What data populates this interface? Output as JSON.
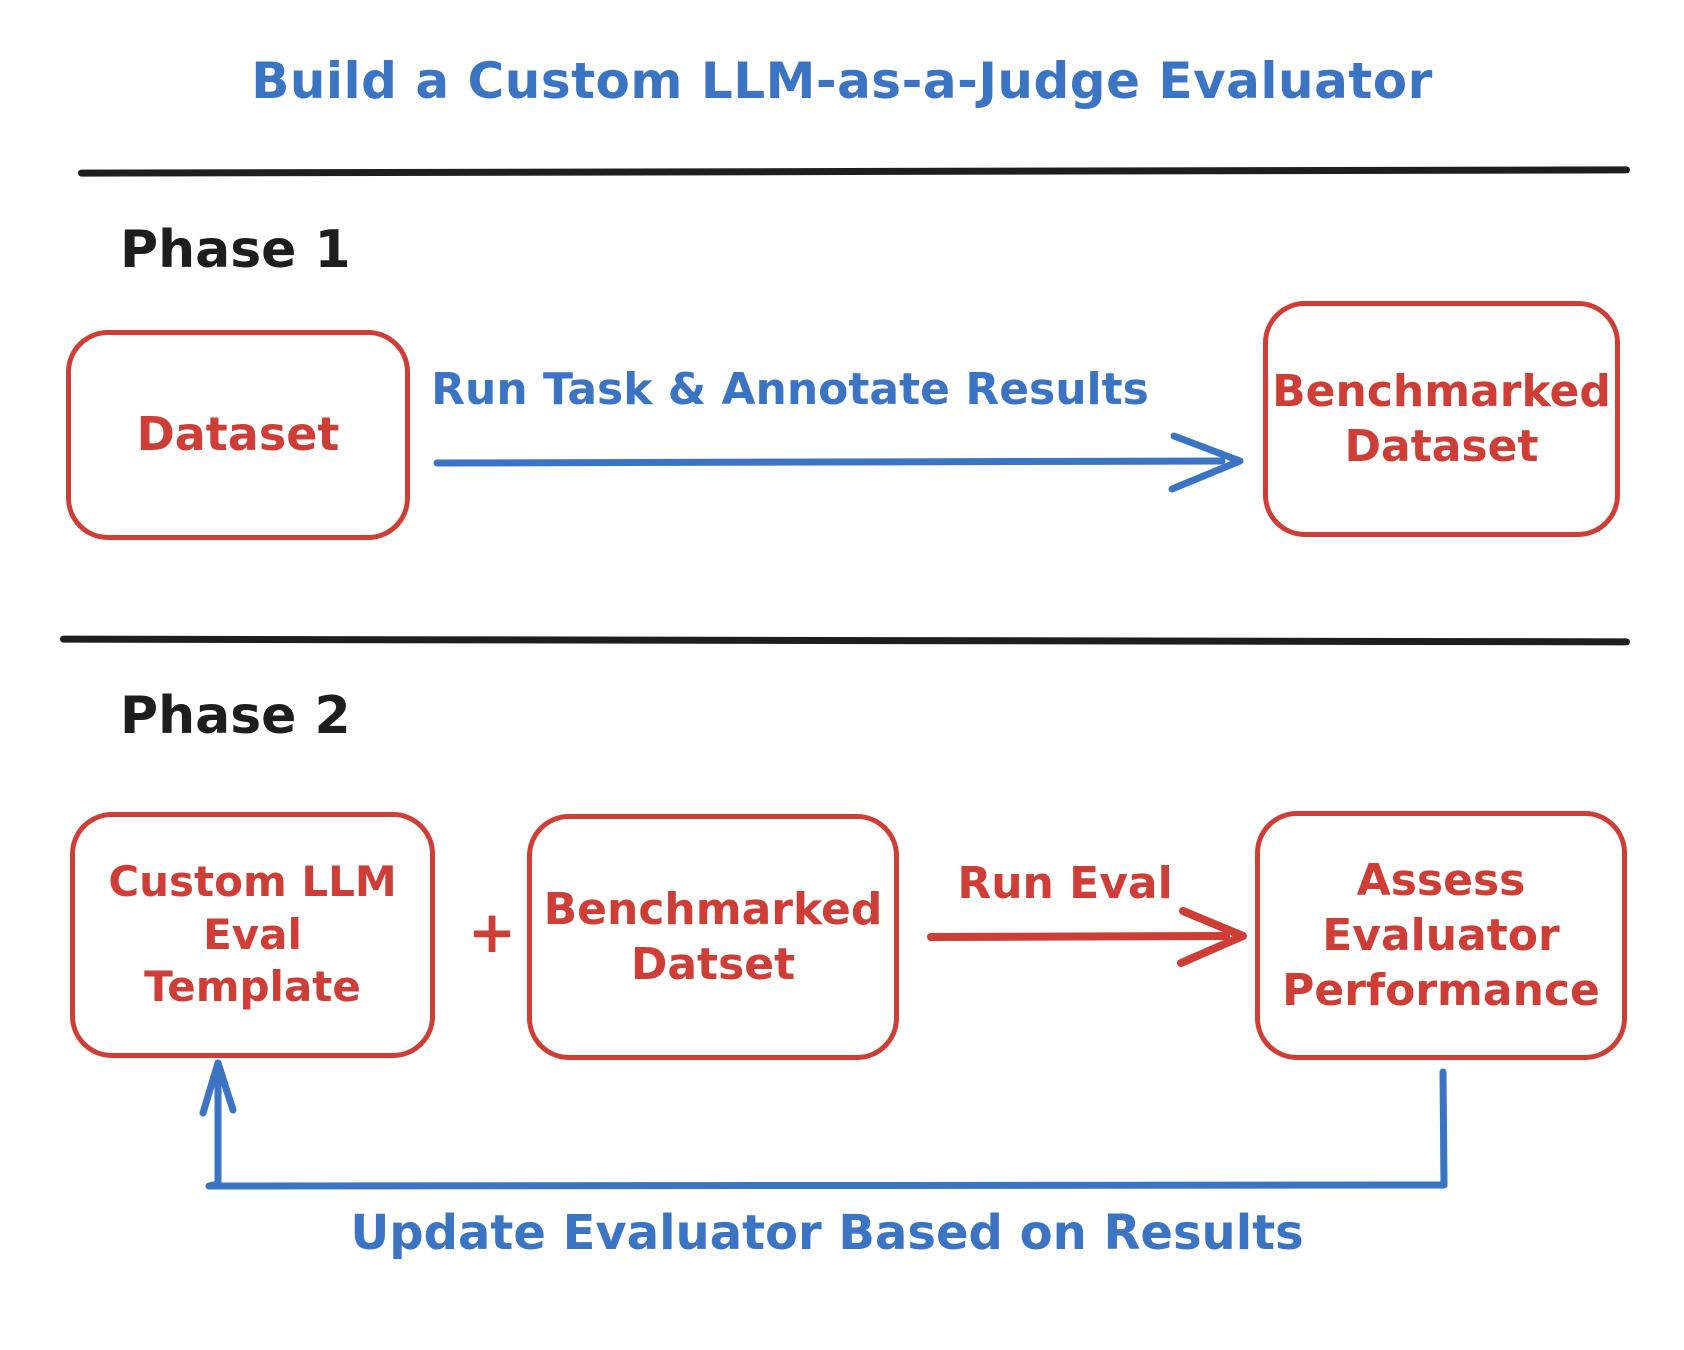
{
  "title": "Build a Custom LLM-as-a-Judge Evaluator",
  "colors": {
    "accent_blue": "#3c74c4",
    "accent_red": "#cf3e36",
    "ink_black": "#1e1e1e",
    "background": "#ffffff"
  },
  "phase1": {
    "label": "Phase 1",
    "dataset_box": "Dataset",
    "arrow_label": "Run Task & Annotate Results",
    "benchmarked_box": "Benchmarked\nDataset"
  },
  "phase2": {
    "label": "Phase 2",
    "template_box": "Custom LLM\nEval\nTemplate",
    "plus_sign": "+",
    "benchmarked_box": "Benchmarked\nDatset",
    "arrow_label": "Run Eval",
    "assess_box": "Assess\nEvaluator\nPerformance",
    "feedback_label": "Update Evaluator Based on Results"
  }
}
